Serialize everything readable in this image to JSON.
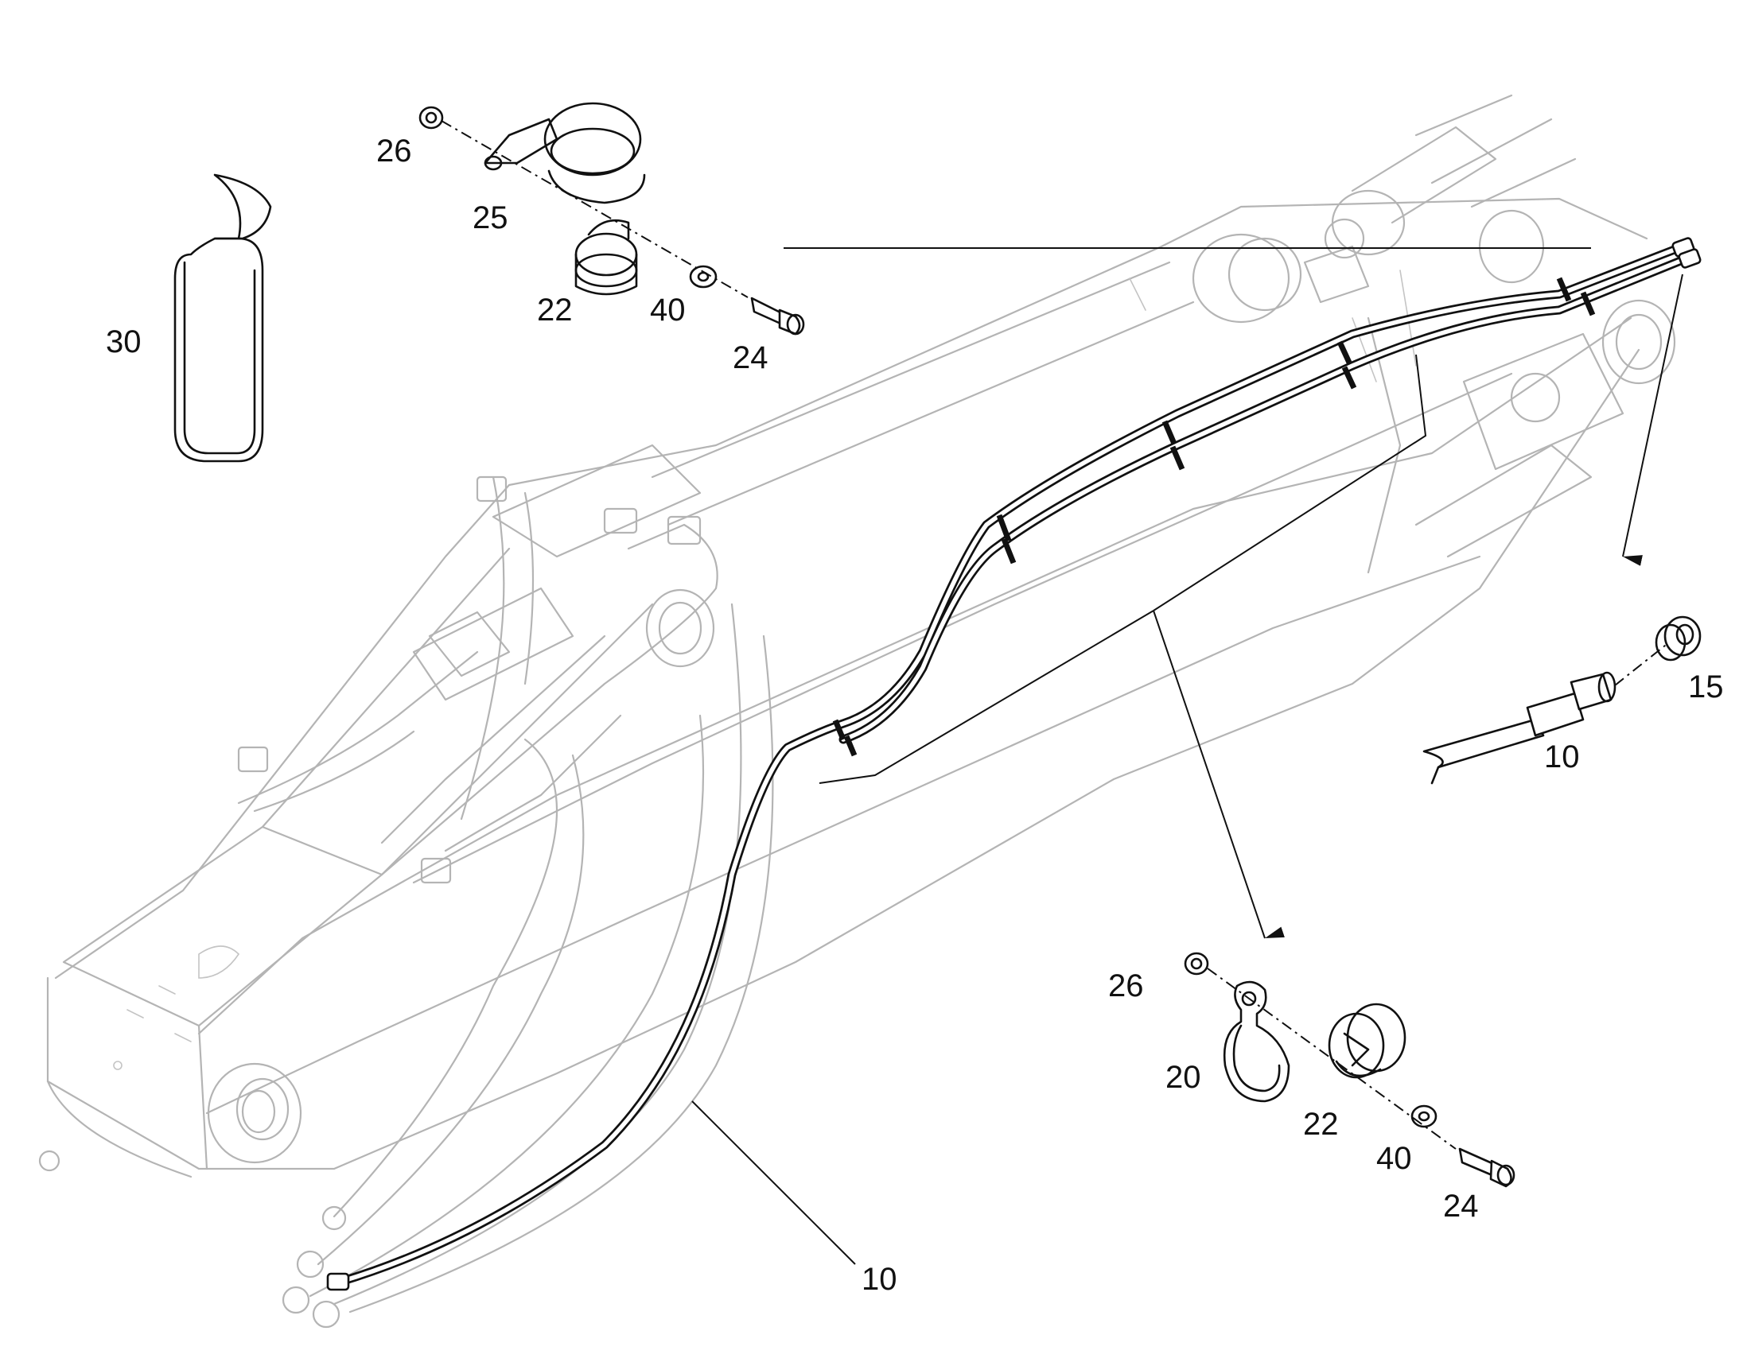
{
  "diagram": {
    "callouts": {
      "c26_top": "26",
      "c25": "25",
      "c22_top": "22",
      "c40_top": "40",
      "c24_top": "24",
      "c30": "30",
      "c15": "15",
      "c10_right": "10",
      "c10_bottom": "10",
      "c26_bottom": "26",
      "c20": "20",
      "c22_bottom": "22",
      "c40_bottom": "40",
      "c24_bottom": "24"
    }
  }
}
